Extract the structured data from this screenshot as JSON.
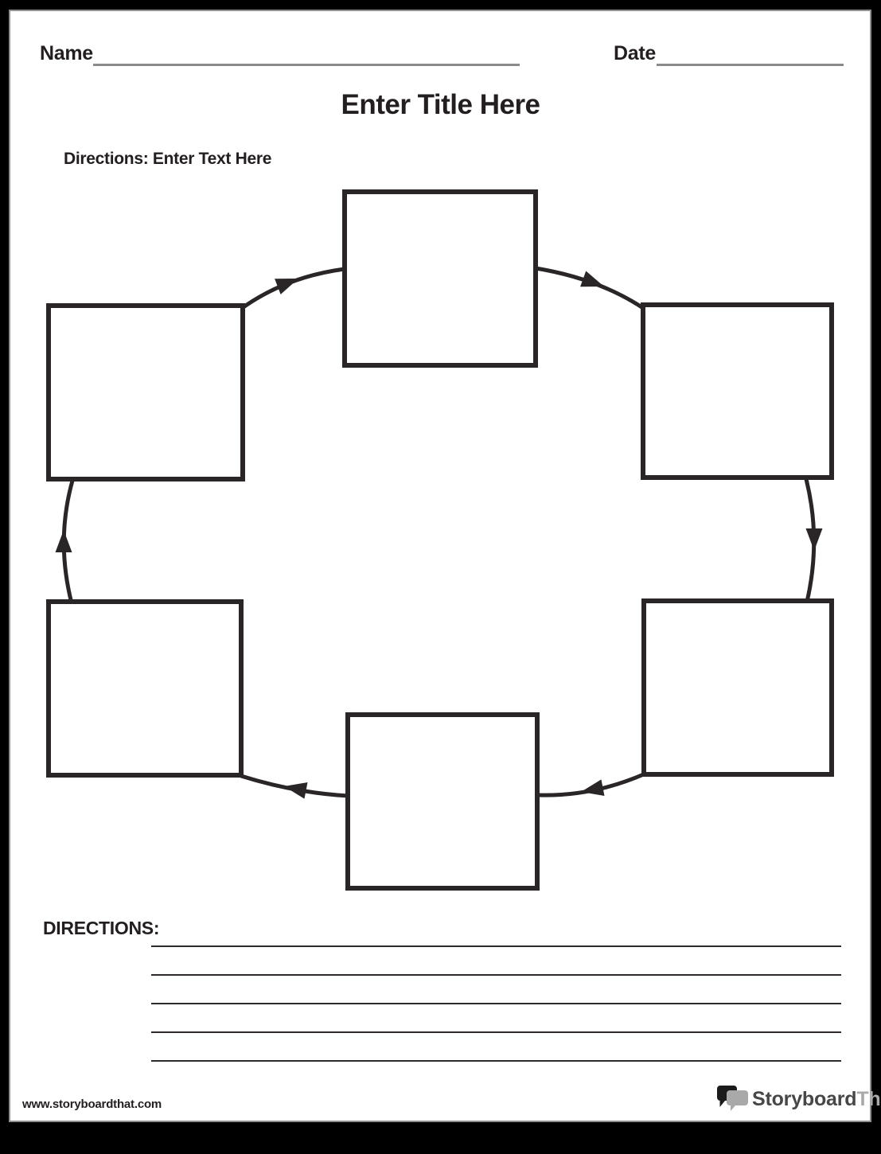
{
  "header": {
    "name_label": "Name",
    "date_label": "Date",
    "name_value": "",
    "date_value": ""
  },
  "title": "Enter Title Here",
  "directions_top": "Directions: Enter Text Here",
  "diagram": {
    "type": "cycle",
    "direction": "clockwise",
    "box_count": 6,
    "boxes": [
      {
        "id": "top-center",
        "label": ""
      },
      {
        "id": "top-right",
        "label": ""
      },
      {
        "id": "bottom-right",
        "label": ""
      },
      {
        "id": "bottom-center",
        "label": ""
      },
      {
        "id": "bottom-left",
        "label": ""
      },
      {
        "id": "top-left",
        "label": ""
      }
    ],
    "arrows": [
      {
        "from": "bottom-left",
        "to": "top-left"
      },
      {
        "from": "top-left",
        "to": "top-center"
      },
      {
        "from": "top-center",
        "to": "top-right"
      },
      {
        "from": "top-right",
        "to": "bottom-right"
      },
      {
        "from": "bottom-right",
        "to": "bottom-center"
      },
      {
        "from": "bottom-center",
        "to": "bottom-left"
      }
    ]
  },
  "directions_section": {
    "label": "DIRECTIONS:",
    "writing_line_count": 5
  },
  "footer": {
    "website": "www.storyboardthat.com",
    "logo": {
      "icon": "speech-bubbles-icon",
      "text_primary": "Storyboard",
      "text_secondary": "That"
    }
  },
  "colors": {
    "ink": "#231f20",
    "box_stroke": "#2a2627",
    "header_rule_gray": "#8a8a8a",
    "writing_line": "#2e2a2b",
    "logo_dark": "#474747",
    "logo_gray": "#a9a9a9",
    "frame": "#000000",
    "paper": "#ffffff"
  }
}
